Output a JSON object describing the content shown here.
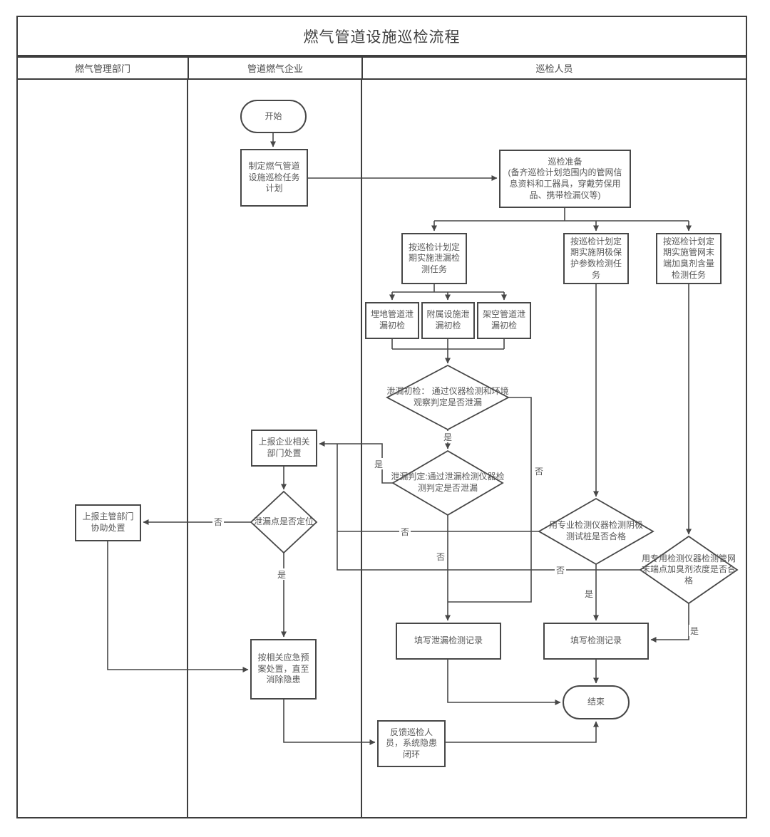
{
  "diagram": {
    "title": "燃气管道设施巡检流程",
    "lanes": {
      "authority": "燃气管理部门",
      "enterprise": "管道燃气企业",
      "inspector": "巡检人员"
    },
    "nodes": {
      "start": "开始",
      "plan": "制定燃气管道设施巡检任务计划",
      "prep_title": "巡检准备",
      "prep_detail": "(备齐巡检计划范围内的管网信息资料和工器具，穿戴劳保用品、携带检漏仪等)",
      "task_leak": "按巡检计划定期实施泄漏检测任务",
      "task_cathodic": "按巡检计划定期实施阴极保护参数检测任务",
      "task_odorant": "按巡检计划定期实施管网末端加臭剂含量检测任务",
      "sub_buried": "埋地管道泄漏初检",
      "sub_attached": "附属设施泄漏初检",
      "sub_overhead": "架空管道泄漏初检",
      "dec_initial": "泄漏初检： 通过仪器检测和环境观察判定是否泄漏",
      "dec_confirm": "泄漏判定:通过泄漏检测仪器检测判定是否泄漏",
      "report_enterprise": "上报企业相关部门处置",
      "dec_locate": "泄漏点是否定位",
      "report_authority": "上报主管部门协助处置",
      "dec_cathodic": "用专业检测仪器检测阴极测试桩是否合格",
      "dec_odorant": "用专用检测仪器检测管网末端点加臭剂浓度是否合格",
      "emergency": "按相关应急预案处置，直至消除隐患",
      "record_leak": "填写泄漏检测记录",
      "record": "填写检测记录",
      "end": "结束",
      "feedback": "反馈巡检人员，系统隐患闭环"
    },
    "edge_labels": {
      "yes": "是",
      "no": "否"
    },
    "colors": {
      "line": "#474747",
      "border": "#3d3d3d",
      "text": "#585858",
      "background": "#ffffff"
    }
  }
}
